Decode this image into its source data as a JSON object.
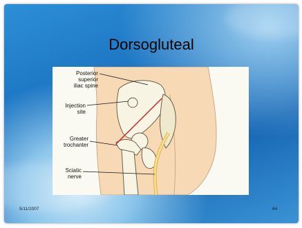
{
  "slide": {
    "title": "Dorsogluteal",
    "date": "5/11/2007",
    "page_number": "64"
  },
  "figure": {
    "labels": {
      "psis_line1": "Posterior",
      "psis_line2": "superior",
      "psis_line3": "iliac spine",
      "injection_line1": "Injection",
      "injection_line2": "site",
      "trochanter_line1": "Greater",
      "trochanter_line2": "trochanter",
      "sciatic_line1": "Sciatic",
      "sciatic_line2": "nerve"
    },
    "colors": {
      "skin": "#f7d9b6",
      "bone": "#f8f4e4",
      "nerve": "#f2d27a",
      "injection_line": "#c81d25"
    }
  }
}
